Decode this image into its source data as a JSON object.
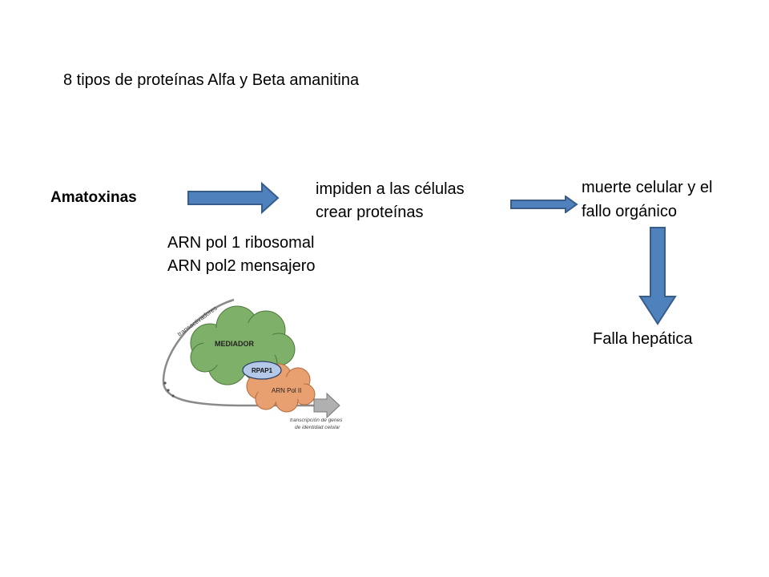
{
  "title": "8 tipos de proteínas Alfa y Beta amanitina",
  "amatoxinas": "Amatoxinas",
  "impiden": [
    "impiden a las células",
    "crear proteínas"
  ],
  "muerte": [
    "muerte celular y el",
    "fallo orgánico"
  ],
  "arn": [
    "ARN pol 1 ribosomal",
    "ARN pol2  mensajero"
  ],
  "falla": "Falla hepática",
  "figure": {
    "transactivadores": "transactivadores",
    "mediador": "MEDIADOR",
    "rpap1": "RPAP1",
    "arn_pol": "ARN Pol II",
    "caption_1": "transcripción de genes",
    "caption_2": "de identidad celular"
  },
  "colors": {
    "arrow_fill": "#4f81bd",
    "arrow_stroke": "#385d8a",
    "mediador": "#7fb069",
    "rpap1": "#b4c8e8",
    "arn_pol": "#e9a071"
  }
}
